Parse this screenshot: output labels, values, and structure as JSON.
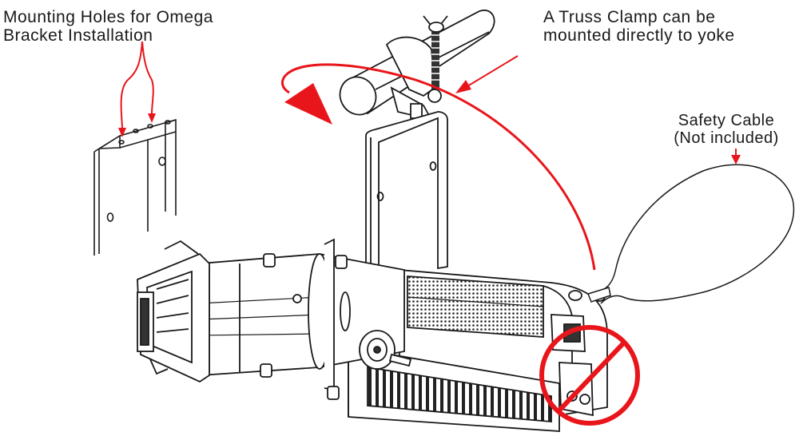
{
  "annotations": {
    "mounting_holes": {
      "line1": "Mounting Holes for Omega",
      "line2": "Bracket Installation"
    },
    "truss_clamp": {
      "line1": "A Truss Clamp can be",
      "line2": "mounted directly to yoke"
    },
    "safety_cable": {
      "line1": "Safety Cable",
      "line2": "(Not included)"
    }
  },
  "colors": {
    "arrow": "#e8161b",
    "line": "#1a1a1a",
    "prohibited": "#e8161b"
  }
}
